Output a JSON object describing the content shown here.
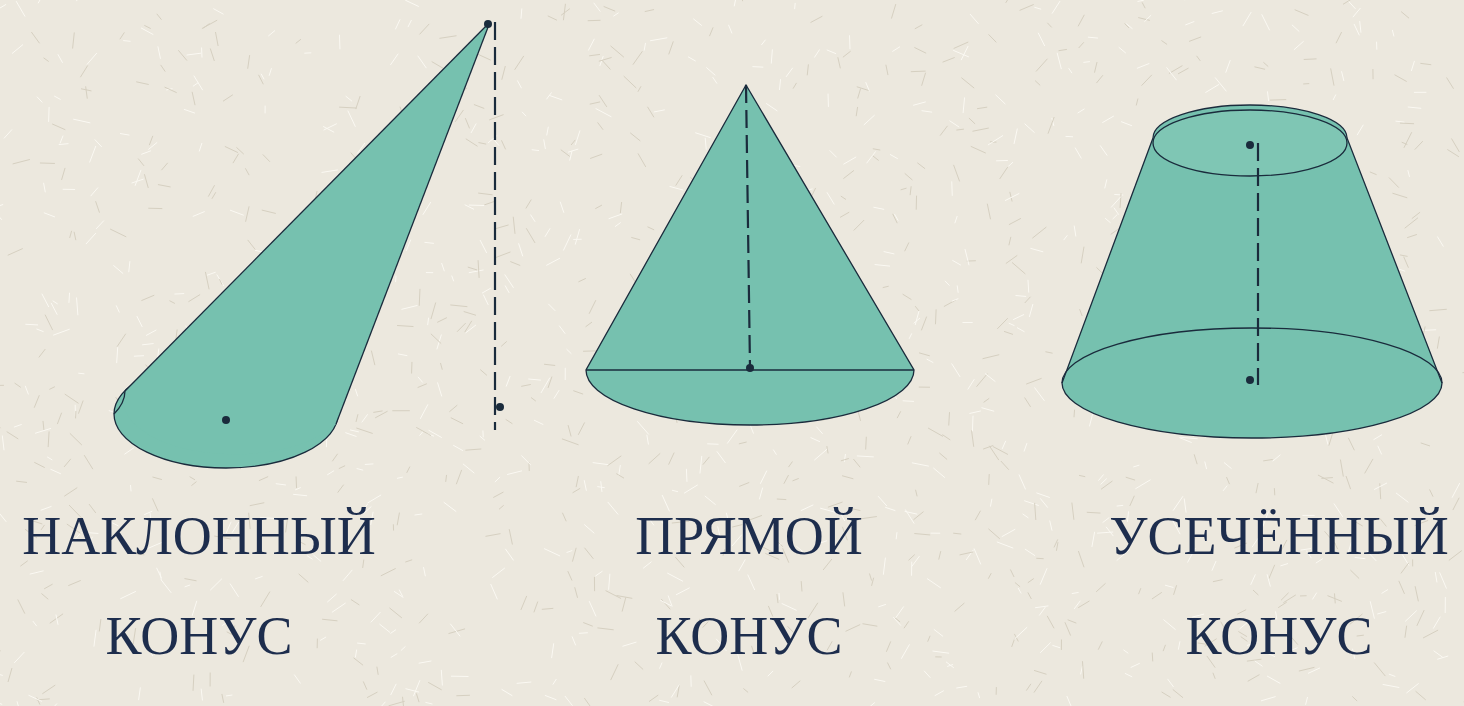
{
  "diagram": {
    "labels": [
      "НАКЛОННЫЙ КОНУС",
      "ПРЯМОЙ КОНУС",
      "УСЕЧЁННЫЙ КОНУС"
    ]
  }
}
